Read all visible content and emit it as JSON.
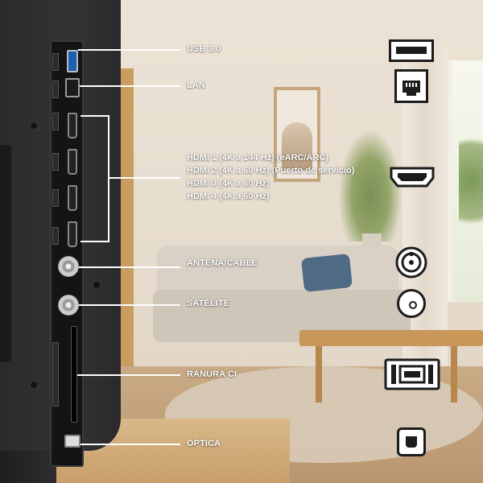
{
  "ports": {
    "usb": {
      "label": "USB 3.0",
      "icon": "usb-icon"
    },
    "lan": {
      "label": "LAN",
      "icon": "ethernet-icon"
    },
    "hdmi": {
      "lines": [
        "HDMI 1 (4K a 144 Hz) (eARC/ARC)",
        "HDMI 2 (4K a 60 Hz) (Puerto de servicio)",
        "HDMI 3 (4K a 60 Hz)",
        "HDMI 4 (4K a 60 Hz)"
      ],
      "icon": "hdmi-icon"
    },
    "antenna": {
      "label": "ANTENA/CABLE",
      "icon": "coax-icon"
    },
    "satellite": {
      "label": "SATÉLITE",
      "icon": "satellite-connector-icon"
    },
    "ci_slot": {
      "label": "RANURA CI",
      "icon": "ci-card-icon"
    },
    "optical": {
      "label": "ÓPTICA",
      "icon": "optical-audio-icon"
    }
  },
  "colors": {
    "label_text": "#ffffff",
    "icon_stroke": "#1c1c1c",
    "icon_fill": "#ffffff",
    "tv_body": "#2f2f31"
  }
}
